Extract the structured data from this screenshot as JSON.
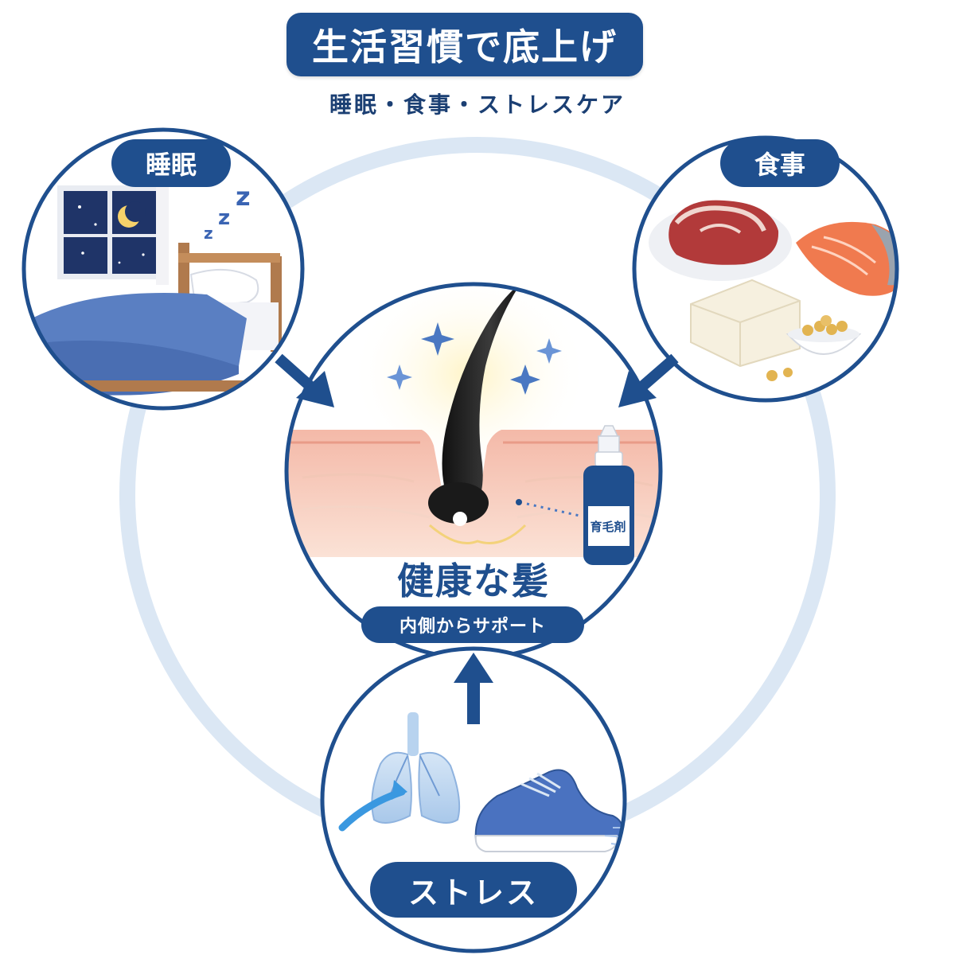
{
  "header": {
    "title": "生活習慣で底上げ",
    "subtitle": "睡眠・食事・ストレスケア"
  },
  "nodes": {
    "sleep": {
      "label": "睡眠",
      "icon": "sleep-bed-icon"
    },
    "diet": {
      "label": "食事",
      "icon": "protein-food-icon"
    },
    "stress": {
      "label": "ストレス",
      "icon": "breathing-exercise-icon"
    }
  },
  "center": {
    "heading": "健康な髪",
    "badge": "内側からサポート",
    "bottle_label": "育毛剤",
    "icon": "hair-follicle-icon"
  },
  "colors": {
    "navy": "#1f4f8e",
    "ring": "#dbe7f4",
    "accent_blue": "#4a78c2"
  }
}
